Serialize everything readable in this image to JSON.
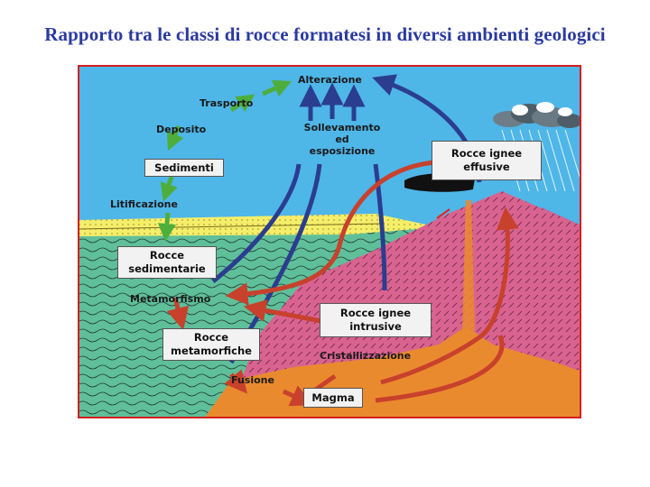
{
  "title": "Rapporto tra le classi di rocce formatesi in diversi ambienti geologici",
  "labels": {
    "alterazione": "Alterazione",
    "trasporto": "Trasporto",
    "deposito": "Deposito",
    "sollevamento": "Sollevamento\ned\nesposizione",
    "litificazione": "Litificazione",
    "metamorfismo": "Metamorfismo",
    "cristallizzazione": "Cristallizzazione",
    "fusione": "Fusione"
  },
  "boxes": {
    "sedimenti": "Sedimenti",
    "rocce_sedimentarie": "Rocce\nsedimentarie",
    "rocce_metamorfiche": "Rocce\nmetamorfiche",
    "rocce_ignee_intrusive": "Rocce ignee\nintrusive",
    "rocce_ignee_effusive": "Rocce ignee\neffusive",
    "magma": "Magma"
  },
  "colors": {
    "title": "#2b3aa0",
    "frame": "#d42020",
    "sky": "#4fb6e8",
    "sediment_layer": "#f5ee6a",
    "sedimentary_rock": "#5fbf9a",
    "igneous_rock": "#d9638f",
    "magma": "#ea8a2e",
    "volcano": "#9a7dbd",
    "green_arrow": "#4dae3c",
    "red_arrow": "#c8412c",
    "blue_arrow": "#2b3d8f"
  }
}
